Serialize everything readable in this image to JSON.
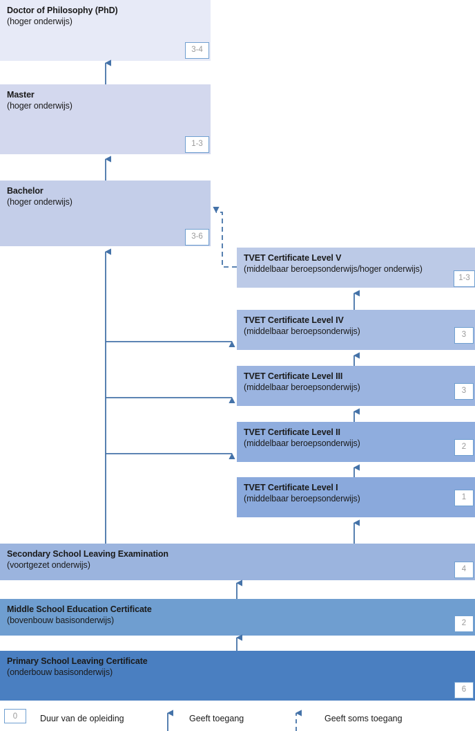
{
  "diagram": {
    "title": "Education system diagram",
    "colors": {
      "phd_box": "#e7eaf7",
      "master_box": "#d3d8ee",
      "bachelor_box": "#c4cee9",
      "tvet5_box": "#bccae7",
      "tvet4_box": "#a8bde3",
      "tvet3_box": "#9bb4e0",
      "tvet2_box": "#8fadde",
      "tvet1_box": "#8aa9dc",
      "secondary_box": "#9bb4de",
      "middle_box": "#6f9ed0",
      "primary_box": "#4a7fc1",
      "arrow": "#4472a8",
      "badge_border": "#6f9fd0",
      "badge_text": "#9a9a9a"
    },
    "nodes": [
      {
        "id": "phd",
        "title": "Doctor of Philosophy (PhD)",
        "subtitle": "(hoger onderwijs)",
        "duration": "3-4"
      },
      {
        "id": "master",
        "title": "Master",
        "subtitle": "(hoger onderwijs)",
        "duration": "1-3"
      },
      {
        "id": "bachelor",
        "title": "Bachelor",
        "subtitle": "(hoger onderwijs)",
        "duration": "3-6"
      },
      {
        "id": "tvet5",
        "title": "TVET Certificate Level V",
        "subtitle": "(middelbaar beroepsonderwijs/hoger onderwijs)",
        "duration": "1-3"
      },
      {
        "id": "tvet4",
        "title": "TVET Certificate Level IV",
        "subtitle": "(middelbaar beroepsonderwijs)",
        "duration": "3"
      },
      {
        "id": "tvet3",
        "title": "TVET Certificate Level III",
        "subtitle": "(middelbaar beroepsonderwijs)",
        "duration": "3"
      },
      {
        "id": "tvet2",
        "title": "TVET Certificate Level II",
        "subtitle": "(middelbaar beroepsonderwijs)",
        "duration": "2"
      },
      {
        "id": "tvet1",
        "title": "TVET Certificate Level I",
        "subtitle": "(middelbaar beroepsonderwijs)",
        "duration": "1"
      },
      {
        "id": "secondary",
        "title": "Secondary School Leaving Examination",
        "subtitle": "(voortgezet onderwijs)",
        "duration": "4"
      },
      {
        "id": "middle",
        "title": "Middle School Education Certificate",
        "subtitle": "(bovenbouw basisonderwijs)",
        "duration": "2"
      },
      {
        "id": "primary",
        "title": "Primary School Leaving Certificate",
        "subtitle": "(onderbouw basisonderwijs)",
        "duration": "6"
      }
    ],
    "legend": {
      "duration_badge_value": "0",
      "duration_label": "Duur van de opleiding",
      "access_label": "Geeft toegang",
      "sometimes_access_label": "Geeft soms toegang"
    }
  }
}
